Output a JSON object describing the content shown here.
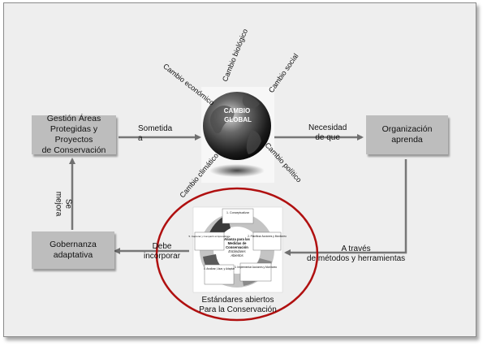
{
  "boxes": {
    "left_top": [
      "Gestión Áreas",
      "Protegidas y Proyectos",
      "de Conservación"
    ],
    "right": "Organización aprenda",
    "left_bottom": [
      "Gobernanza",
      "adaptativa"
    ]
  },
  "globe": {
    "label_line1": "CAMBIO",
    "label_line2": "GLOBAL",
    "changes": [
      "Cambio económico",
      "Cambio biológico",
      "Cambio social",
      "Cambio climático",
      "Cambio político"
    ]
  },
  "arrows": {
    "sometida": [
      "Sometida",
      "a"
    ],
    "necesidad": [
      "Necesidad",
      "de que"
    ],
    "se_mejora": [
      "Se",
      "mejora"
    ],
    "a_traves": [
      "A través",
      "de métodos y herramientas"
    ],
    "debe": [
      "Debe",
      "incorporar"
    ]
  },
  "cycle": {
    "center": [
      "Alianza para las",
      "Medidas de",
      "Conservación",
      "Estándares",
      "Abiertos"
    ],
    "steps": [
      "1. Conceptualizar",
      "2. Planificar Acciones y Monitoreo",
      "3. Implementar Acciones y Monitoreo",
      "4. Analizar, Usar, y Adaptar",
      "5. Capturar y Compartir el Aprendizaje"
    ]
  },
  "caption": [
    "Estándares abiertos",
    "Para la Conservación"
  ],
  "colors": {
    "box": "#bdbdbd",
    "ellipse": "#b01010",
    "arrow": "#777777",
    "panel": "#eeeeee"
  }
}
